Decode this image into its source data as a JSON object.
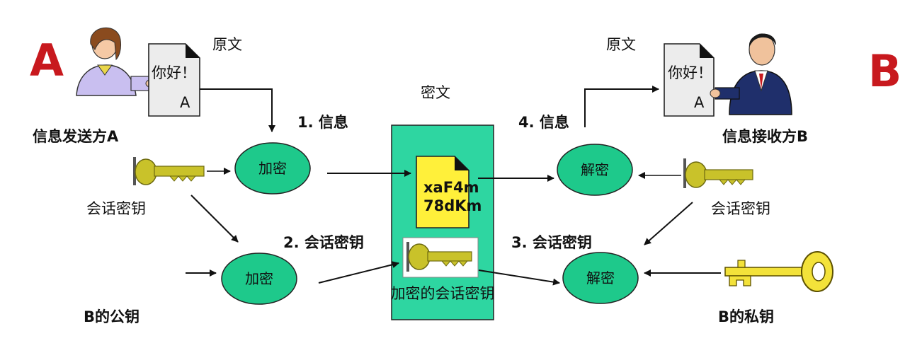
{
  "colors": {
    "accent_red": "#c8191e",
    "ellipse_green": "#1ec98b",
    "cipher_panel": "#2ed6a1",
    "cipher_doc": "#fff03a",
    "key_gold": "#c9c22a",
    "key_gold_light": "#f3e23a"
  },
  "sender": {
    "letter": "A",
    "label": "信息发送方A",
    "doc_title": "原文",
    "doc_text": "你好！",
    "doc_sign": "A",
    "session_key_label": "会话密钥",
    "pubkey_label": "B的公钥"
  },
  "receiver": {
    "letter": "B",
    "label": "信息接收方B",
    "doc_title": "原文",
    "doc_text": "你好！",
    "doc_sign": "A",
    "session_key_label": "会话密钥",
    "privkey_label": "B的私钥"
  },
  "cipher": {
    "title": "密文",
    "doc_line1": "xaF4m",
    "doc_line2": "78dKm",
    "enc_key_label": "加密的会话密钥"
  },
  "nodes": {
    "encrypt_top": "加密",
    "encrypt_bottom": "加密",
    "decrypt_top": "解密",
    "decrypt_bottom": "解密"
  },
  "steps": {
    "s1": "1. 信息",
    "s2": "2. 会话密钥",
    "s3": "3. 会话密钥",
    "s4": "4. 信息"
  }
}
